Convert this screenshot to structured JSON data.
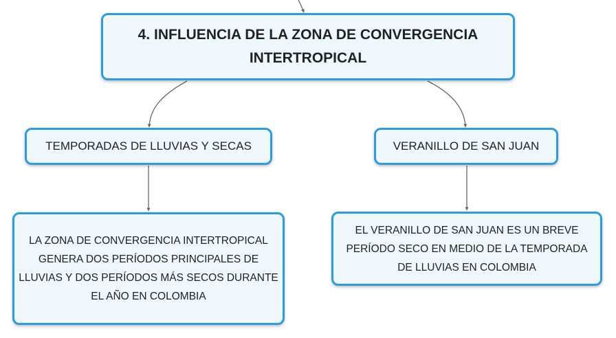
{
  "root": {
    "title": "4. INFLUENCIA DE LA ZONA DE CONVERGENCIA INTERTROPICAL"
  },
  "topics": [
    {
      "label": "TEMPORADAS DE LLUVIAS Y SECAS",
      "detail": "LA ZONA DE CONVERGENCIA INTERTROPICAL GENERA DOS PERÍODOS PRINCIPALES DE LLUVIAS Y DOS PERÍODOS MÁS SECOS DURANTE EL AÑO EN COLOMBIA"
    },
    {
      "label": "VERANILLO DE SAN JUAN",
      "detail": "EL VERANILLO DE SAN JUAN ES UN BREVE PERÍODO SECO EN MEDIO DE LA TEMPORADA DE LLUVIAS EN COLOMBIA"
    }
  ],
  "colors": {
    "node_border": "#2c9ce0",
    "node_fill": "#eef8fd",
    "connector": "#666666",
    "text": "#222222"
  }
}
